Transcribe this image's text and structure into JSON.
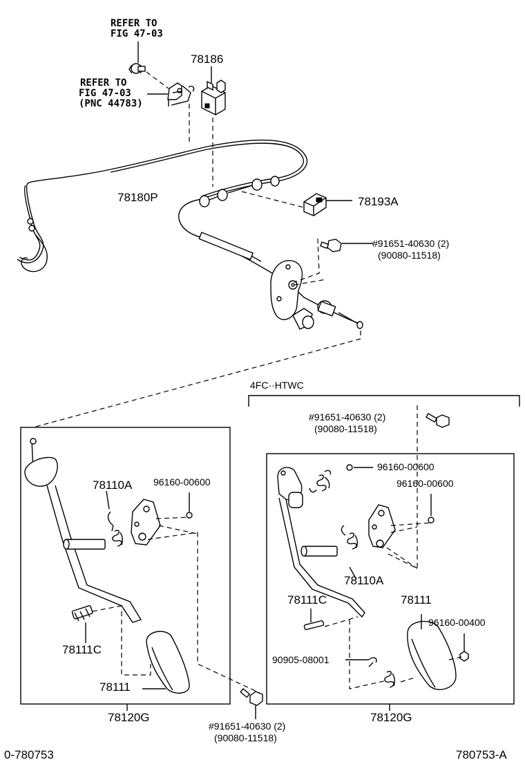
{
  "labels": {
    "refer_top": [
      "REFER TO",
      "FIG 47-03"
    ],
    "refer_mid": [
      "REFER TO",
      "FIG 47-03",
      "(PNC 44783)"
    ],
    "p78186": "78186",
    "p78180P": "78180P",
    "p78193A": "78193A",
    "bolt_top": [
      "#91651-40630 (2)",
      "(90080-11518)"
    ],
    "variant": "4FC··HTWC",
    "bolt_right": [
      "#91651-40630 (2)",
      "(90080-11518)"
    ],
    "left": {
      "p78110A": "78110A",
      "p96160_00600": "96160-00600",
      "p78111C": "78111C",
      "p78111": "78111",
      "assy": "78120G"
    },
    "right": {
      "p96160_00600_a": "96160-00600",
      "p96160_00600_b": "96160-00600",
      "p78110A": "78110A",
      "p78111C": "78111C",
      "p78111": "78111",
      "p96160_00400": "96160-00400",
      "p90905": "90905-08001",
      "assy": "78120G"
    },
    "bolt_bottom": [
      "#91651-40630 (2)",
      "(90080-11518)"
    ],
    "footer_left": "0-780753",
    "footer_right": "780753-A"
  }
}
